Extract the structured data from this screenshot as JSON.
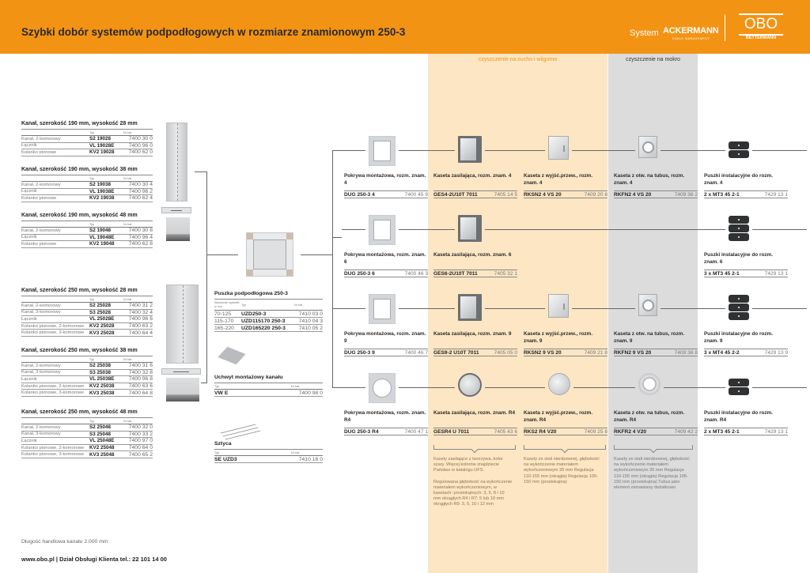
{
  "header": {
    "title": "Szybki dobór systemów podpodłogowych w rozmiarze znamionowym 250-3",
    "system_label": "System",
    "ackermann_logo": "ACKERMANN",
    "ackermann_sub": "CABLE MANAGEMENT",
    "obo_logo": "OBO",
    "obo_sub": "BETTERMANN",
    "brand_color": "#f39314"
  },
  "bands": {
    "dry_label": "czyszczenie na sucho i wilgotno",
    "wet_label": "czyszczenie na mokro",
    "dry_color": "#fde6c3",
    "wet_color": "#dcdcdc"
  },
  "columns": {
    "typ": "Typ",
    "nr": "Nr kat.",
    "height_mm": "Wysokość wylewki w mm"
  },
  "channels": [
    {
      "title": "Kanał, szerokość 190 mm, wysokość 28 mm",
      "rows": [
        {
          "desc": "Kanał, 2-komorowy",
          "typ": "S2 19028",
          "nr": "7400 30 0"
        },
        {
          "desc": "Łącznik",
          "typ": "VL 19028E",
          "nr": "7400 96 0"
        },
        {
          "desc": "Kolanko pionowe",
          "typ": "KV2 19028",
          "nr": "7400 62 0"
        }
      ]
    },
    {
      "title": "Kanał, szerokość 190 mm, wysokość 38 mm",
      "rows": [
        {
          "desc": "Kanał, 2-komorowy",
          "typ": "S2 19038",
          "nr": "7400 30 4"
        },
        {
          "desc": "Łącznik",
          "typ": "VL 19038E",
          "nr": "7400 96 2"
        },
        {
          "desc": "Kolanko pionowe",
          "typ": "KV2 19038",
          "nr": "7400 62 4"
        }
      ]
    },
    {
      "title": "Kanał, szerokość 190 mm, wysokość 48 mm",
      "rows": [
        {
          "desc": "Kanał, 2-komorowy",
          "typ": "S2 19048",
          "nr": "7400 30 8"
        },
        {
          "desc": "Łącznik",
          "typ": "VL 19048E",
          "nr": "7400 96 4"
        },
        {
          "desc": "Kolanko pionowe",
          "typ": "KV2 19048",
          "nr": "7400 62 8"
        }
      ]
    },
    {
      "title": "Kanał, szerokość 250 mm, wysokość 28 mm",
      "rows": [
        {
          "desc": "Kanał, 2-komorowy",
          "typ": "S2 25028",
          "nr": "7400 31 2"
        },
        {
          "desc": "Kanał, 3-komorowy",
          "typ": "S3 25028",
          "nr": "7400 32 4"
        },
        {
          "desc": "Łącznik",
          "typ": "VL 25028E",
          "nr": "7400 96 6"
        },
        {
          "desc": "Kolanko pionowe, 2-komorowe",
          "typ": "KV2 25028",
          "nr": "7400 63 2"
        },
        {
          "desc": "Kolanko pionowe, 3-komorowe",
          "typ": "KV3 25028",
          "nr": "7400 64 4"
        }
      ]
    },
    {
      "title": "Kanał, szerokość 250 mm, wysokość 38 mm",
      "rows": [
        {
          "desc": "Kanał, 2-komorowy",
          "typ": "S2 25038",
          "nr": "7400 31 6"
        },
        {
          "desc": "Kanał, 3-komorowy",
          "typ": "S3 25038",
          "nr": "7400 32 8"
        },
        {
          "desc": "Łącznik",
          "typ": "VL 25038E",
          "nr": "7400 96 8"
        },
        {
          "desc": "Kolanko pionowe, 2-komorowe",
          "typ": "KV2 25038",
          "nr": "7400 63 6"
        },
        {
          "desc": "Kolanko pionowe, 3-komorowe",
          "typ": "KV3 25038",
          "nr": "7400 64 8"
        }
      ]
    },
    {
      "title": "Kanał, szerokość 250 mm, wysokość 48 mm",
      "rows": [
        {
          "desc": "Kanał, 2-komorowy",
          "typ": "S2 25048",
          "nr": "7400 32 0"
        },
        {
          "desc": "Kanał, 3-komorowy",
          "typ": "S3 25048",
          "nr": "7400 33 2"
        },
        {
          "desc": "Łącznik",
          "typ": "VL 25048E",
          "nr": "7400 97 0"
        },
        {
          "desc": "Kolanko pionowe, 2-komorowe",
          "typ": "KV2 25048",
          "nr": "7400 64 0"
        },
        {
          "desc": "Kolanko pionowe, 3-komorowe",
          "typ": "KV3 25048",
          "nr": "7400 65 2"
        }
      ]
    }
  ],
  "box": {
    "title": "Puszka podpodłogowa 250-3",
    "rows": [
      {
        "h": "70-125",
        "typ": "UZD250-3",
        "nr": "7410 03 0"
      },
      {
        "h": "115-170",
        "typ": "UZD115170 250-3",
        "nr": "7410 04 3"
      },
      {
        "h": "165-220",
        "typ": "UZD165220 250-3",
        "nr": "7410 05 2"
      }
    ]
  },
  "holder": {
    "title": "Uchwyt montażowy kanału",
    "typ": "VW E",
    "nr": "7400 98 0"
  },
  "rod": {
    "title": "Sztyca",
    "typ": "SE UZD3",
    "nr": "7410 16 0"
  },
  "products": [
    [
      {
        "title": "Pokrywa montażowa, rozm. znam. 4",
        "typ": "DUG 250-3 4",
        "nr": "7400 45 9",
        "icon": "cover-square"
      },
      {
        "title": "Kaseta zasilająca, rozm. znam. 4",
        "typ": "GES4-2U10T 7011",
        "nr": "7405 14 5",
        "icon": "cassette-dark"
      },
      {
        "title": "Kaseta z wyjść.przew., rozm. znam. 4",
        "typ": "RKSN2 4 VS 20",
        "nr": "7409 20 8",
        "icon": "cassette-outlet"
      },
      {
        "title": "Kaseta z otw. na tubus, rozm. znam. 4",
        "typ": "RKFN2 4 VS 20",
        "nr": "7409 36 2",
        "icon": "cassette-tubus"
      },
      {
        "title": "Puszki instalacyjne do rozm. znam. 4",
        "typ": "2 x MT3 45 2-1",
        "nr": "7429 13 1",
        "icon": "installation-box-x2"
      }
    ],
    [
      {
        "title": "Pokrywa montażowa, rozm. znam. 6",
        "typ": "DUG 250-3 6",
        "nr": "7400 46 3",
        "icon": "cover-square"
      },
      {
        "title": "Kaseta zasilająca, rozm. znam. 6",
        "typ": "GES6-2U10T 7011",
        "nr": "7405 32 1",
        "icon": "cassette-dark"
      },
      null,
      null,
      {
        "title": "Puszki instalacyjne do rozm. znam. 6",
        "typ": "3 x MT3 45 2-1",
        "nr": "7429 13 1",
        "icon": "installation-box-x3"
      }
    ],
    [
      {
        "title": "Pokrywa montażowa, rozm. znam. 9",
        "typ": "DUG 250-3 9",
        "nr": "7400 46 7",
        "icon": "cover-square"
      },
      {
        "title": "Kaseta zasilająca, rozm. znam. 9",
        "typ": "GES9-2 U10T 7011",
        "nr": "7405 05 0",
        "icon": "cassette-dark"
      },
      {
        "title": "Kaseta z wyjść.przew., rozm. znam. 9",
        "typ": "RKSN2 9 VS 20",
        "nr": "7409 21 8",
        "icon": "cassette-outlet"
      },
      {
        "title": "Kaseta z otw. na tubus, rozm. znam. 9",
        "typ": "RKFN2 9 VS 20",
        "nr": "7409 36 8",
        "icon": "cassette-tubus"
      },
      {
        "title": "Puszki instalacyjne do rozm. znam. 9",
        "typ": "3 x MT4 45 2-2",
        "nr": "7429 13 9",
        "icon": "installation-box-x3"
      }
    ],
    [
      {
        "title": "Pokrywa montażowa, rozm. znam. R4",
        "typ": "DUG 250-3 R4",
        "nr": "7400 47 1",
        "icon": "cover-round"
      },
      {
        "title": "Kaseta zasilająca, rozm. znam. R4",
        "typ": "GESR4 U 7011",
        "nr": "7405 43 6",
        "icon": "cassette-round-dark"
      },
      {
        "title": "Kaseta z wyjść.przew., rozm. znam. R4",
        "typ": "RKS2 R4 V20",
        "nr": "7409 25 8",
        "icon": "cassette-round-outlet"
      },
      {
        "title": "Kaseta z otw. na tubus, rozm. znam. R4",
        "typ": "RKFR2 4 V20",
        "nr": "7409 42 2",
        "icon": "cassette-round-tubus"
      },
      {
        "title": "Puszki instalacyjne do rozm. znam. R4",
        "typ": "2 x MT3 45 2-1",
        "nr": "7429 13 1",
        "icon": "installation-box-x2"
      }
    ]
  ],
  "notes": {
    "supply": [
      "Kasety zasilające z tworzywa, kolor szary. Więcej kolorów znajdziecie Państwo w katalogu UFS.",
      "Regulowana głębokość na wykończenie materiałem wykończeniowym, w kasetach: prostokątnych: 3, 5, 8 i 10 mm okrągłych R4 i R7: 5 lub 10 mm okrągłych R9: 3, 5, 10 i 12 mm"
    ],
    "outlet": [
      "Kasety ze stali nierdzewnej, głębokość na wykończenie materiałem wykończeniowym 20 mm Regulacja 110-155 mm (okrągła) Regulacja 105-150 mm (prostokątna)"
    ],
    "tubus": [
      "Kasety ze stali nierdzewnej, głębokość na wykończenie materiałem wykończeniowym 20 mm Regulacja 110-155 mm (okrągła) Regulacja 105-150 mm (prostokątna) Tubus jako element zamawiany dodatkowo"
    ]
  },
  "footer": {
    "length_note": "Długość handlowa kanału 2.000 mm",
    "contact": "www.obo.pl | Dział Obsługi Klienta tel.: 22 101 14 00"
  }
}
